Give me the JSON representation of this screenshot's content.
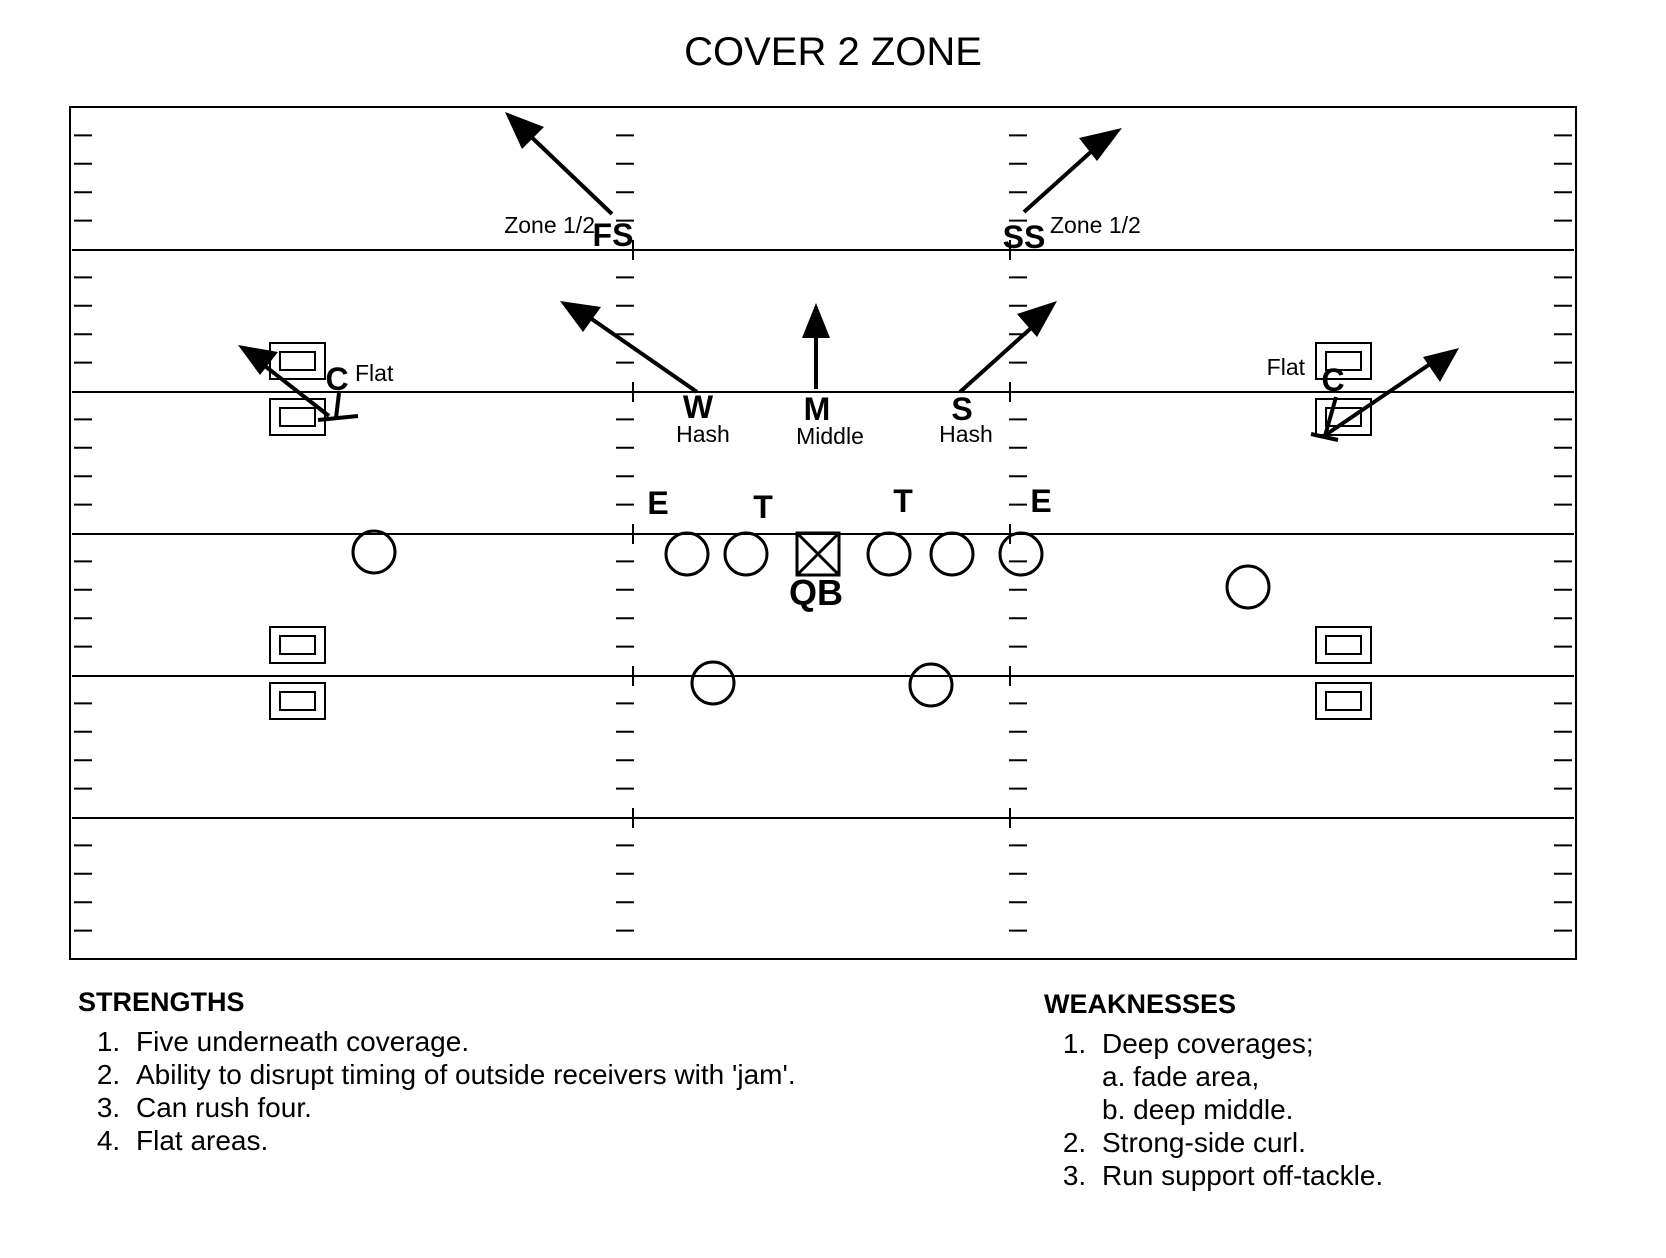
{
  "title": "COVER 2 ZONE",
  "defenders": {
    "fs": "FS",
    "ss": "SS",
    "w": "W",
    "m": "M",
    "s": "S",
    "c_left": "C",
    "c_right": "C"
  },
  "zone_labels": {
    "fs_zone": "Zone 1/2",
    "ss_zone": "Zone 1/2",
    "w_zone": "Hash",
    "m_zone": "Middle",
    "s_zone": "Hash",
    "c_left_zone": "Flat",
    "c_right_zone": "Flat"
  },
  "line": {
    "e_left": "E",
    "t_left": "T",
    "t_right": "T",
    "e_right": "E",
    "qb": "QB"
  },
  "strengths": {
    "heading": "STRENGTHS",
    "items": [
      "Five underneath coverage.",
      "Ability to disrupt timing of outside receivers with 'jam'.",
      "Can rush four.",
      "Flat areas."
    ]
  },
  "weaknesses": {
    "heading": "WEAKNESSES",
    "item1": "Deep coverages;",
    "item1_a": "a. fade area,",
    "item1_b": "b. deep middle.",
    "item2": "Strong-side curl.",
    "item3": "Run support off-tackle."
  },
  "colors": {
    "ink": "#000000",
    "background": "#ffffff"
  }
}
